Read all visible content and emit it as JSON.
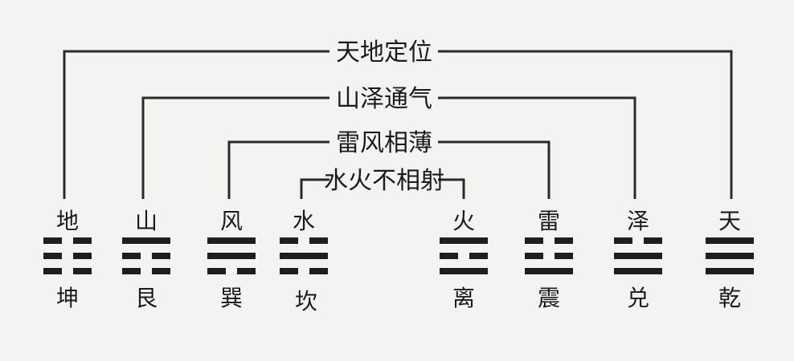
{
  "pairs": [
    {
      "label": "天地定位"
    },
    {
      "label": "山泽通气"
    },
    {
      "label": "雷风相薄"
    },
    {
      "label": "水火不相射"
    }
  ],
  "trigrams": [
    {
      "image": "地",
      "name": "坤",
      "lines_top_to_bottom": [
        "yin",
        "yin",
        "yin"
      ]
    },
    {
      "image": "山",
      "name": "艮",
      "lines_top_to_bottom": [
        "yang",
        "yin",
        "yin"
      ]
    },
    {
      "image": "风",
      "name": "巽",
      "lines_top_to_bottom": [
        "yang",
        "yang",
        "yin"
      ]
    },
    {
      "image": "水",
      "name": "坎",
      "lines_top_to_bottom": [
        "yin",
        "yang",
        "yin"
      ]
    },
    {
      "image": "火",
      "name": "离",
      "lines_top_to_bottom": [
        "yang",
        "yin",
        "yang"
      ]
    },
    {
      "image": "雷",
      "name": "震",
      "lines_top_to_bottom": [
        "yin",
        "yin",
        "yang"
      ]
    },
    {
      "image": "泽",
      "name": "兑",
      "lines_top_to_bottom": [
        "yin",
        "yang",
        "yang"
      ]
    },
    {
      "image": "天",
      "name": "乾",
      "lines_top_to_bottom": [
        "yang",
        "yang",
        "yang"
      ]
    }
  ],
  "colors": {
    "ink": "#1e1e1e",
    "background": "#f3f3f1"
  }
}
